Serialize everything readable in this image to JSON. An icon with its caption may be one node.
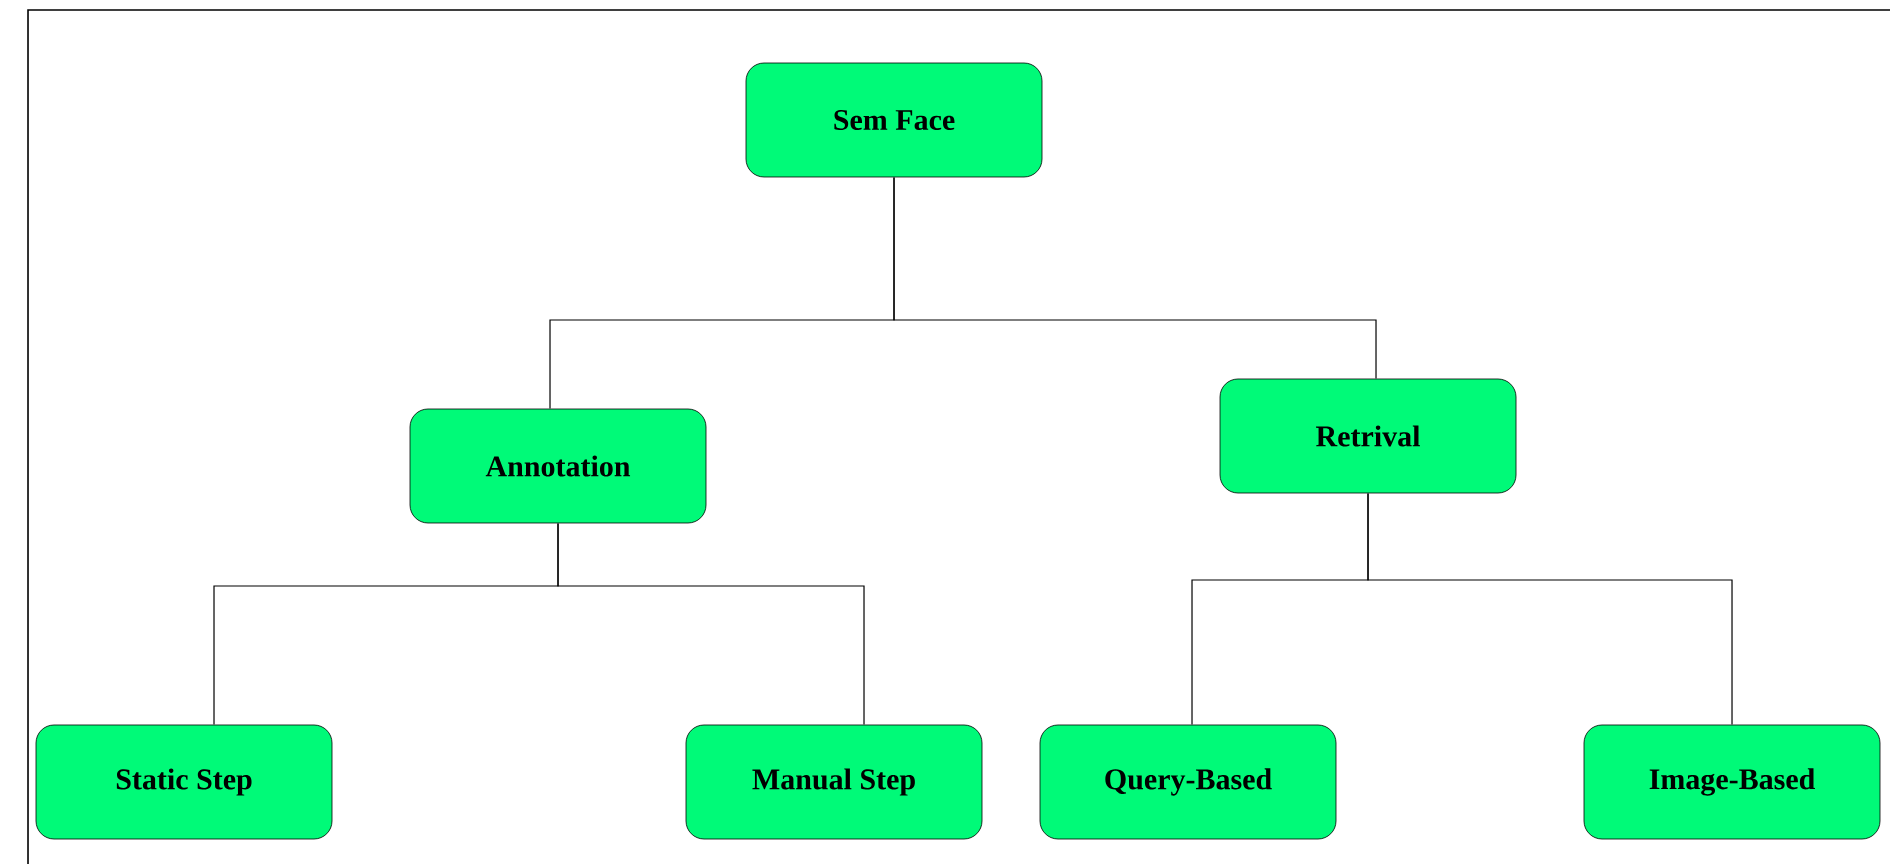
{
  "diagram": {
    "nodes": [
      {
        "text": [
          "Sem Face"
        ]
      },
      {
        "text": [
          "Annotation"
        ]
      },
      {
        "text": [
          "Retrival"
        ]
      },
      {
        "text": [
          "Static Step"
        ]
      },
      {
        "text": [
          "Manual Step"
        ]
      },
      {
        "text": [
          "Query-Based"
        ]
      },
      {
        "text": [
          "Image-Based"
        ]
      }
    ],
    "edges": [
      {
        "from": 0,
        "to": 1,
        "arrow": "none"
      },
      {
        "from": 0,
        "to": 2,
        "arrow": "none"
      },
      {
        "from": 1,
        "to": 3,
        "arrow": "none"
      },
      {
        "from": 1,
        "to": 4,
        "arrow": "none"
      },
      {
        "from": 2,
        "to": 5,
        "arrow": "none"
      },
      {
        "from": 2,
        "to": 6,
        "arrow": "none"
      }
    ]
  }
}
